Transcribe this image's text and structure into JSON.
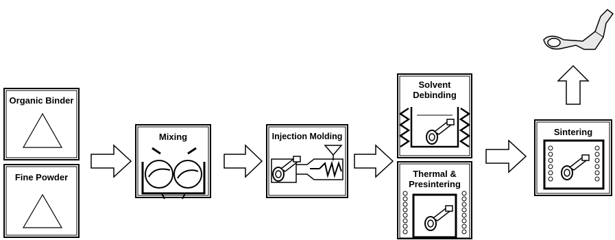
{
  "stages": {
    "organic_binder": {
      "label": "Organic Binder"
    },
    "fine_powder": {
      "label": "Fine Powder"
    },
    "mixing": {
      "label": "Mixing"
    },
    "injection_molding": {
      "label": "Injection Molding"
    },
    "solvent_debinding": {
      "label": "Solvent\nDebinding"
    },
    "thermal_presintering": {
      "label": "Thermal &\nPresintering"
    },
    "sintering": {
      "label": "Sintering"
    }
  },
  "colors": {
    "stroke": "#000000",
    "box_fill": "#ffffff",
    "frame_fill": "#f2f2f2"
  },
  "icons": [
    "triangle-icon",
    "mixing-rollers-icon",
    "injection-screw-icon",
    "heating-coil-icon",
    "part-icon",
    "up-arrow-icon"
  ]
}
